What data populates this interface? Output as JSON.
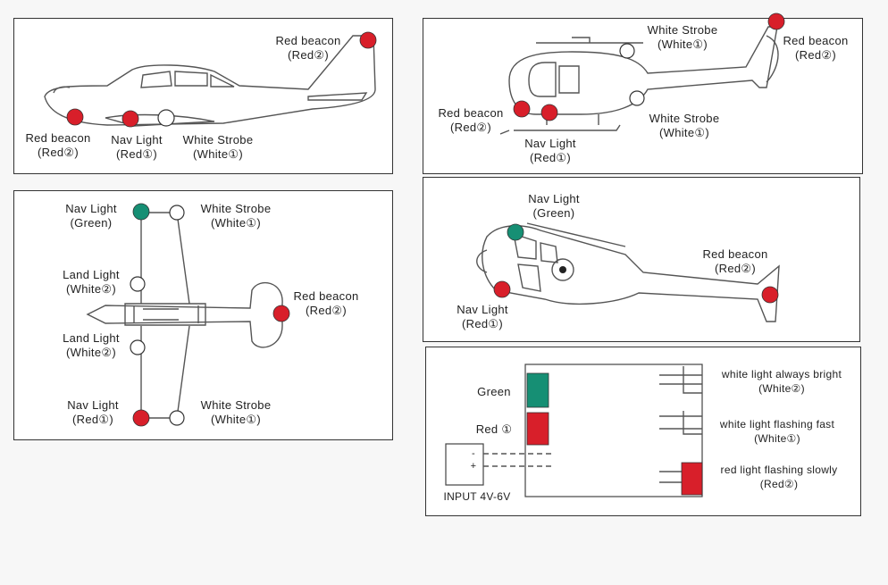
{
  "plane_side": {
    "red_beacon_tail": {
      "name": "Red beacon",
      "color": "(Red②)"
    },
    "red_beacon_nose": {
      "name": "Red beacon",
      "color": "(Red②)"
    },
    "nav_light": {
      "name": "Nav Light",
      "color": "(Red①)"
    },
    "white_strobe": {
      "name": "White Strobe",
      "color": "(White①)"
    }
  },
  "heli_side": {
    "white_strobe_top": {
      "name": "White Strobe",
      "color": "(White①)"
    },
    "red_beacon_tail": {
      "name": "Red beacon",
      "color": "(Red②)"
    },
    "red_beacon_front": {
      "name": "Red beacon",
      "color": "(Red②)"
    },
    "white_strobe_bottom": {
      "name": "White Strobe",
      "color": "(White①)"
    },
    "nav_light": {
      "name": "Nav Light",
      "color": "(Red①)"
    }
  },
  "plane_top": {
    "nav_green": {
      "name": "Nav Light",
      "color": "(Green)"
    },
    "strobe_top": {
      "name": "White Strobe",
      "color": "(White①)"
    },
    "land_upper": {
      "name": "Land Light",
      "color": "(White②)"
    },
    "red_beacon": {
      "name": "Red beacon",
      "color": "(Red②)"
    },
    "land_lower": {
      "name": "Land Light",
      "color": "(White②)"
    },
    "nav_red": {
      "name": "Nav Light",
      "color": "(Red①)"
    },
    "strobe_bottom": {
      "name": "White Strobe",
      "color": "(White①)"
    }
  },
  "heli_angle": {
    "nav_green": {
      "name": "Nav Light",
      "color": "(Green)"
    },
    "red_beacon": {
      "name": "Red beacon",
      "color": "(Red②)"
    },
    "nav_red": {
      "name": "Nav Light",
      "color": "(Red①)"
    }
  },
  "wiring": {
    "green_label": "Green",
    "red_label": "Red ①",
    "out1": {
      "name": "white light  always  bright",
      "color": "(White②)"
    },
    "out2": {
      "name": "white light  flashing fast",
      "color": "(White①)"
    },
    "out3": {
      "name": "red light flashing slowly",
      "color": "(Red②)"
    },
    "minus": "-",
    "plus": "+",
    "input": "INPUT 4V-6V"
  },
  "colors": {
    "red": "#d81f2a",
    "green": "#168f74",
    "white": "#ffffff"
  }
}
